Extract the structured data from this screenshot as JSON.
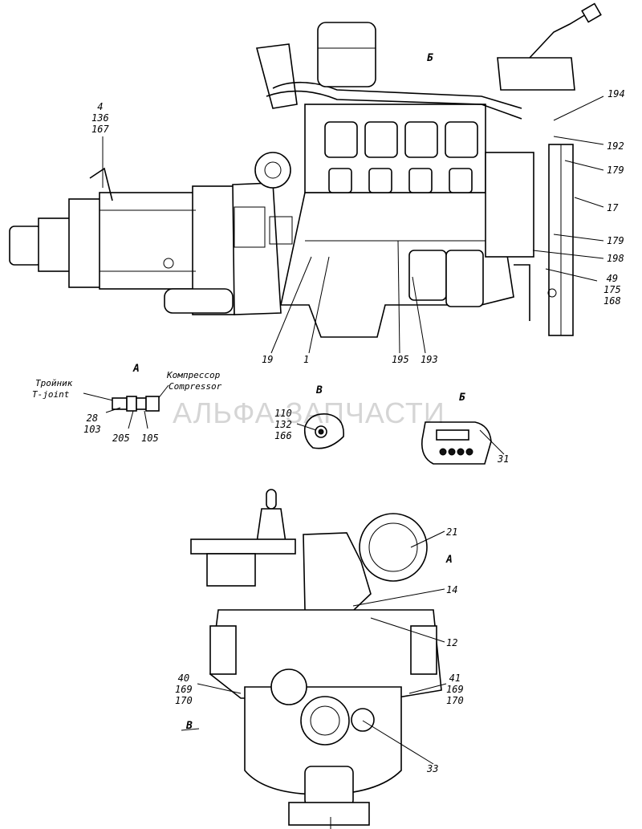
{
  "watermark": "АЛЬФА-ЗАПЧАСТИ",
  "view_titles": {
    "a": "A",
    "b": "Б",
    "v": "В",
    "top_b": "Б",
    "side_a": "A",
    "side_v": "В"
  },
  "detail_a": {
    "tee_ru": "Тройник",
    "tee_en": "T-joint",
    "compressor_ru": "Компрессор",
    "compressor_en": "Compressor"
  },
  "callouts": {
    "c_4_136_167": [
      "4",
      "136",
      "167"
    ],
    "c_194": "194",
    "c_192": "192",
    "c_179a": "179",
    "c_17": "17",
    "c_179b": "179",
    "c_198": "198",
    "c_49_175_168": [
      "49",
      "175",
      "168"
    ],
    "c_19": "19",
    "c_1": "1",
    "c_195": "195",
    "c_193": "193",
    "c_28_103": [
      "28",
      "103"
    ],
    "c_205": "205",
    "c_105": "105",
    "c_110_132_166": [
      "110",
      "132",
      "166"
    ],
    "c_31": "31",
    "c_21": "21",
    "c_14": "14",
    "c_12": "12",
    "c_40_169_170": [
      "40",
      "169",
      "170"
    ],
    "c_41_169_170": [
      "41",
      "169",
      "170"
    ],
    "c_33": "33"
  }
}
